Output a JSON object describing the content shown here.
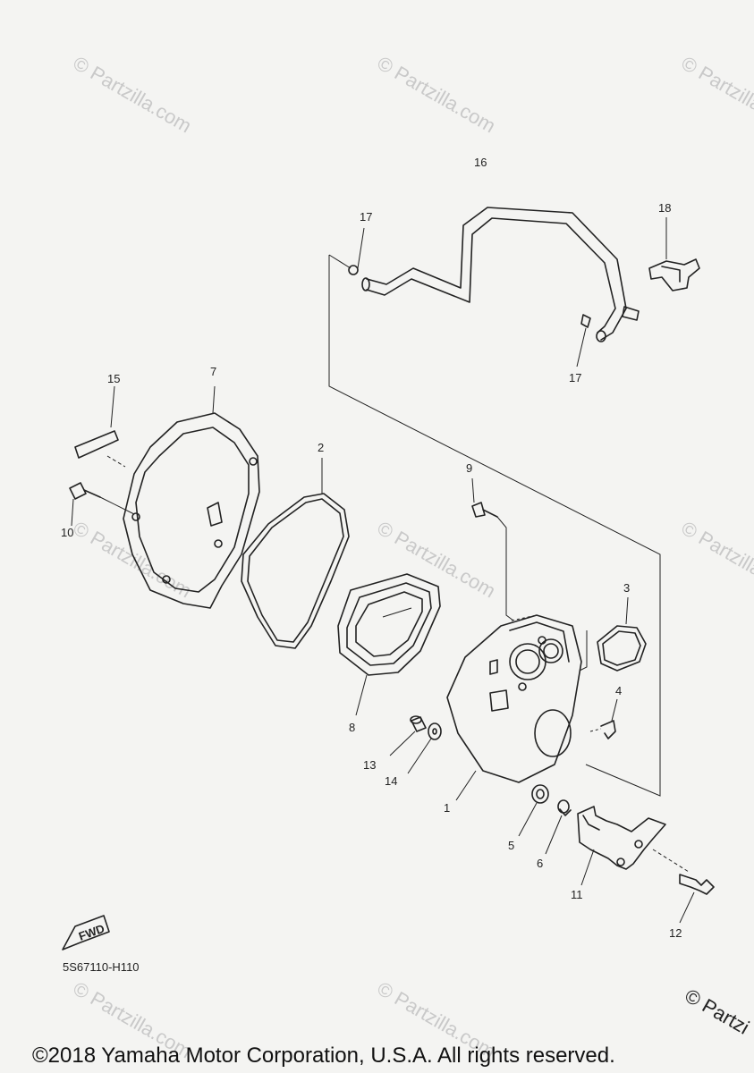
{
  "watermark_text": "© Partzilla.com",
  "diagram_code": "5S67110-H110",
  "fwd_label": "FWD",
  "copyright": "©2018 Yamaha Motor Corporation, U.S.A. All rights reserved.",
  "corner_watermark": "© Partzi",
  "callouts": {
    "c1": "1",
    "c2": "2",
    "c3": "3",
    "c4": "4",
    "c5": "5",
    "c6": "6",
    "c7": "7",
    "c8": "8",
    "c9": "9",
    "c10": "10",
    "c11": "11",
    "c12": "12",
    "c13": "13",
    "c14": "14",
    "c15": "15",
    "c16": "16",
    "c17a": "17",
    "c17b": "17",
    "c18": "18"
  }
}
